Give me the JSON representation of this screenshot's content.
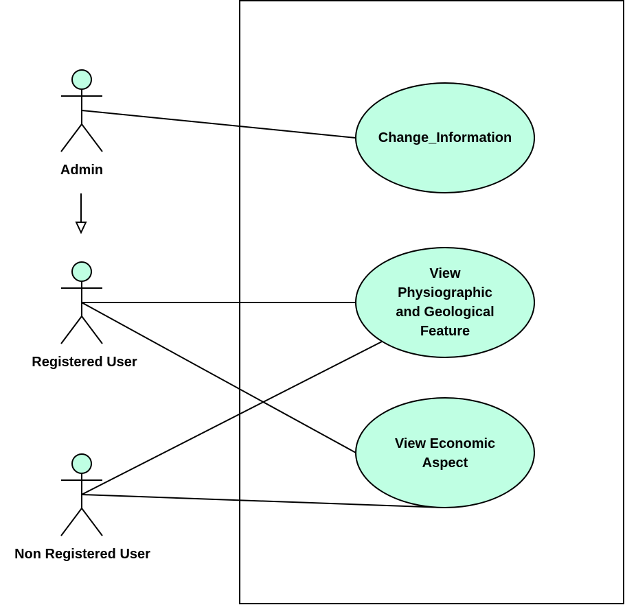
{
  "colors": {
    "use_case_fill": "#bfffe3",
    "actor_fill": "#bfffe3",
    "stroke": "#000000",
    "background": "#ffffff"
  },
  "actors": [
    {
      "id": "admin",
      "label": "Admin"
    },
    {
      "id": "registered",
      "label": "Registered User"
    },
    {
      "id": "nonregistered",
      "label": "Non Registered User"
    }
  ],
  "use_cases": [
    {
      "id": "change",
      "label": "Change_Information"
    },
    {
      "id": "physio",
      "label": "View\nPhysiographic\nand Geological\nFeature"
    },
    {
      "id": "economic",
      "label": "View Economic\nAspect"
    }
  ],
  "associations": [
    {
      "from": "admin",
      "to": "change"
    },
    {
      "from": "registered",
      "to": "physio"
    },
    {
      "from": "registered",
      "to": "economic"
    },
    {
      "from": "nonregistered",
      "to": "physio"
    },
    {
      "from": "nonregistered",
      "to": "economic"
    }
  ],
  "generalizations": [
    {
      "from": "admin",
      "to": "registered"
    }
  ]
}
